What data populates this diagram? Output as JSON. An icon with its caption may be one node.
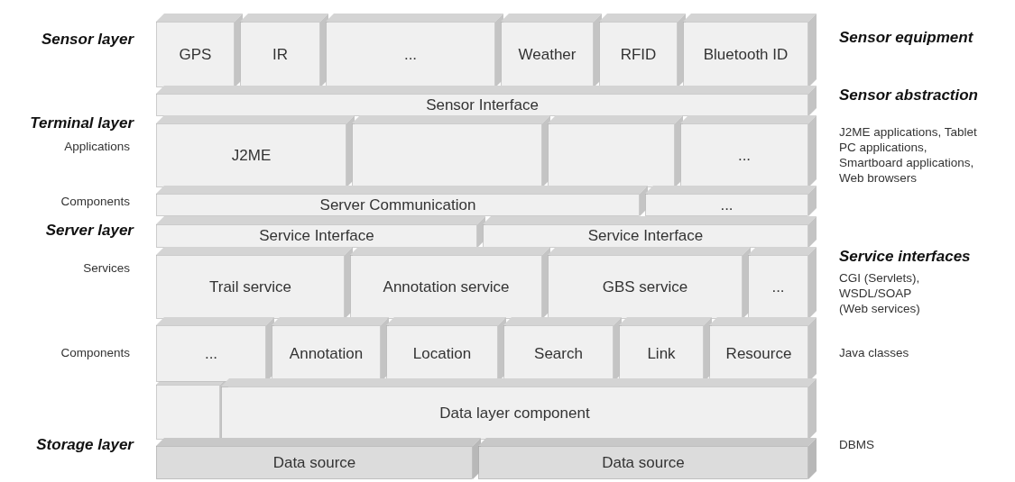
{
  "diagram": {
    "nodes": [
      {
        "text": [
          "GPS"
        ]
      },
      {
        "text": [
          "IR"
        ]
      },
      {
        "text": [
          "..."
        ]
      },
      {
        "text": [
          "Weather"
        ]
      },
      {
        "text": [
          "RFID"
        ]
      },
      {
        "text": [
          "Bluetooth ID"
        ]
      },
      {
        "text": [
          "Sensor Interface"
        ]
      },
      {
        "text": [
          "J2ME"
        ]
      },
      {
        "text": [],
        "shape": "box"
      },
      {
        "text": [],
        "shape": "box"
      },
      {
        "text": [
          "..."
        ]
      },
      {
        "text": [
          "Server Communication"
        ]
      },
      {
        "text": [
          "..."
        ]
      },
      {
        "text": [
          "Service Interface"
        ]
      },
      {
        "text": [
          "Service Interface"
        ]
      },
      {
        "text": [
          "Trail service"
        ]
      },
      {
        "text": [
          "Annotation service"
        ]
      },
      {
        "text": [
          "GBS service"
        ]
      },
      {
        "text": [
          "..."
        ]
      },
      {
        "text": [
          "..."
        ]
      },
      {
        "text": [
          "Annotation"
        ]
      },
      {
        "text": [
          "Location"
        ]
      },
      {
        "text": [
          "Search"
        ]
      },
      {
        "text": [
          "Link"
        ]
      },
      {
        "text": [
          "Resource"
        ]
      },
      {
        "text": [
          "Data layer component"
        ]
      },
      {
        "text": [
          "Data source"
        ]
      },
      {
        "text": [
          "Data source"
        ]
      }
    ],
    "labels": [
      "Sensor layer",
      "Sensor equipment",
      "Sensor abstraction",
      "Terminal layer",
      "Applications",
      "J2ME applications, Tablet PC applications, Smartboard applications, Web browsers",
      "Components",
      "Server layer",
      "Services",
      "Service interfaces",
      "CGI (Servlets), WSDL/SOAP (Web services)",
      "Components",
      "Java classes",
      "Storage layer",
      "DBMS"
    ]
  }
}
